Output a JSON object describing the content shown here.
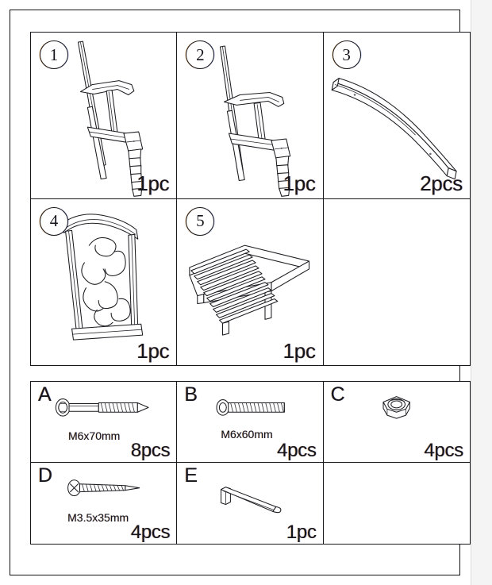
{
  "document": {
    "kind": "furniture-assembly-parts-list",
    "sheet_background": "#ffffff",
    "line_color": "#1b1b20",
    "page_edge_color": "#f4f4f4"
  },
  "parts": {
    "label_suffixes": {
      "single": "1pc",
      "plural": "pcs"
    },
    "items": [
      {
        "id": "1",
        "number": "1",
        "quantity": "1pc",
        "icon": "chair-side-frame-left-icon",
        "description": "Left side chair frame with armrest and turned front leg"
      },
      {
        "id": "2",
        "number": "2",
        "quantity": "1pc",
        "icon": "chair-side-frame-right-icon",
        "description": "Right side chair frame with armrest and turned front leg"
      },
      {
        "id": "3",
        "number": "3",
        "quantity": "2pcs",
        "icon": "curved-rail-icon",
        "description": "Curved stretcher rail with two pre-drilled holes"
      },
      {
        "id": "4",
        "number": "4",
        "quantity": "1pc",
        "icon": "carved-backrest-panel-icon",
        "description": "Carved backrest panel with shaped top rail"
      },
      {
        "id": "5",
        "number": "5",
        "quantity": "1pc",
        "icon": "slatted-seat-frame-icon",
        "description": "Slatted seat base frame"
      }
    ],
    "empty_cell_count": 1
  },
  "hardware": {
    "items": [
      {
        "id": "A",
        "letter": "A",
        "size": "M6x70mm",
        "quantity": "8pcs",
        "icon": "hex-socket-bolt-long-icon"
      },
      {
        "id": "B",
        "letter": "B",
        "size": "M6x60mm",
        "quantity": "4pcs",
        "icon": "hex-socket-bolt-short-icon"
      },
      {
        "id": "C",
        "letter": "C",
        "size": "",
        "quantity": "4pcs",
        "icon": "hex-nut-icon"
      },
      {
        "id": "D",
        "letter": "D",
        "size": "M3.5x35mm",
        "quantity": "4pcs",
        "icon": "phillips-wood-screw-icon"
      },
      {
        "id": "E",
        "letter": "E",
        "size": "",
        "quantity": "1pc",
        "icon": "allen-key-icon"
      }
    ],
    "empty_cell_count": 1
  }
}
